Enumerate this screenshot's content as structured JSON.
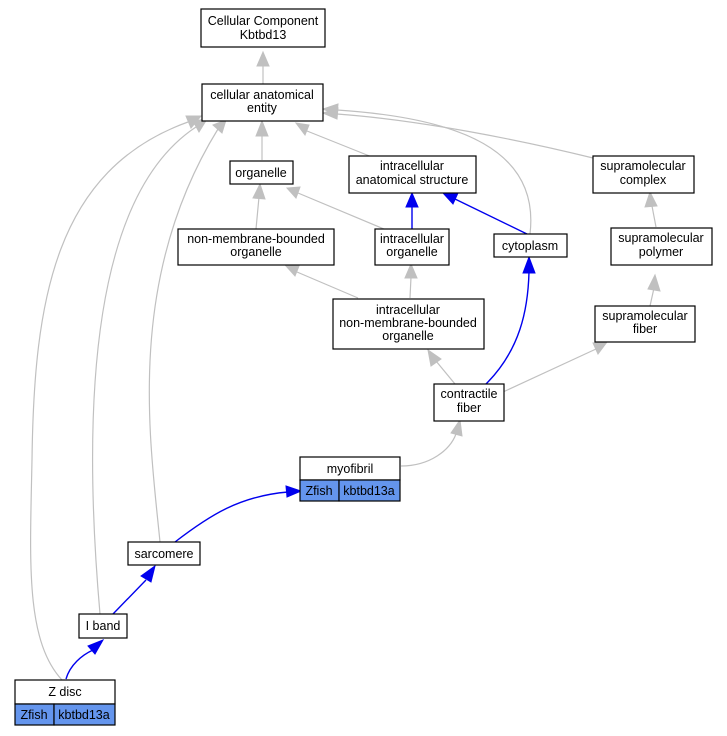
{
  "colors": {
    "edge_isa": "#c0c0c0",
    "edge_partof": "#0000ee",
    "annotation": "#6495ed"
  },
  "nodes": {
    "root": {
      "lines": [
        "Cellular Component",
        "Kbtbd13"
      ]
    },
    "cae": {
      "lines": [
        "cellular anatomical",
        "entity"
      ]
    },
    "organelle": {
      "lines": [
        "organelle"
      ]
    },
    "ias": {
      "lines": [
        "intracellular",
        "anatomical structure"
      ]
    },
    "supcomplex": {
      "lines": [
        "supramolecular",
        "complex"
      ]
    },
    "nmbo": {
      "lines": [
        "non-membrane-bounded",
        "organelle"
      ]
    },
    "io": {
      "lines": [
        "intracellular",
        "organelle"
      ]
    },
    "cytoplasm": {
      "lines": [
        "cytoplasm"
      ]
    },
    "suppolymer": {
      "lines": [
        "supramolecular",
        "polymer"
      ]
    },
    "inmbo": {
      "lines": [
        "intracellular",
        "non-membrane-bounded",
        "organelle"
      ]
    },
    "supfiber": {
      "lines": [
        "supramolecular",
        "fiber"
      ]
    },
    "contractile": {
      "lines": [
        "contractile",
        "fiber"
      ]
    },
    "myofibril": {
      "lines": [
        "myofibril"
      ],
      "annotations": [
        "Zfish",
        "kbtbd13a"
      ]
    },
    "sarcomere": {
      "lines": [
        "sarcomere"
      ]
    },
    "iband": {
      "lines": [
        "I band"
      ]
    },
    "zdisc": {
      "lines": [
        "Z disc"
      ],
      "annotations": [
        "Zfish",
        "kbtbd13a"
      ]
    }
  }
}
